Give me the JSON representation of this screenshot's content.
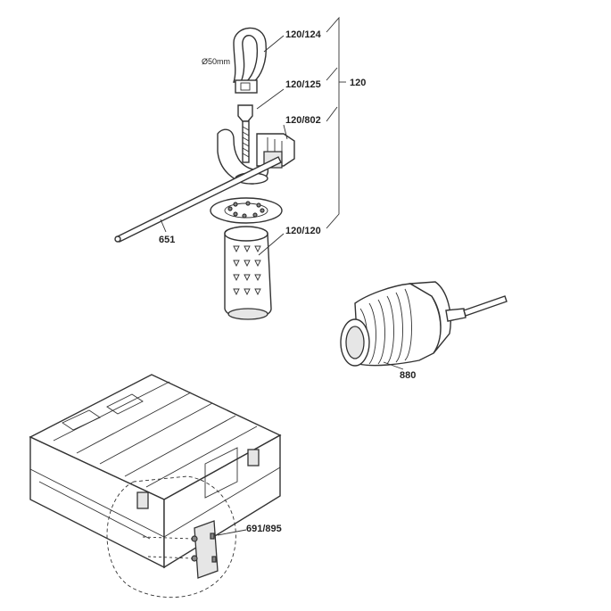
{
  "labels": {
    "strap_diameter": "Ø50mm",
    "part_120_124": "120/124",
    "part_120_125": "120/125",
    "part_120_802": "120/802",
    "part_120": "120",
    "part_120_120": "120/120",
    "part_651": "651",
    "part_880": "880",
    "part_691_895": "691/895"
  },
  "colors": {
    "line": "#333333",
    "fill_light": "#e6e6e6",
    "fill_dark": "#888888",
    "background": "#ffffff"
  }
}
